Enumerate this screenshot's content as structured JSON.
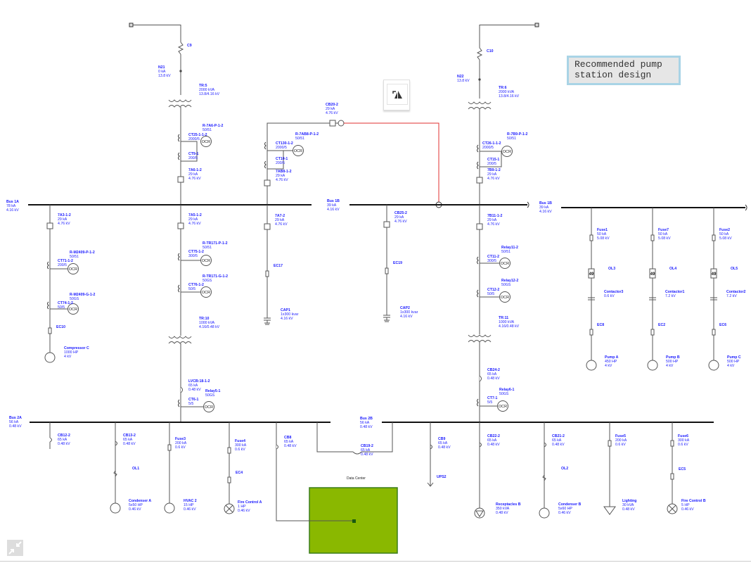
{
  "note": {
    "line1": "Recommended pump",
    "line2": "station design"
  },
  "toolbar": {
    "flip_icon": "flip-icon",
    "shrink_icon": "shrink-icon"
  },
  "colors": {
    "wire": "#555555",
    "bus": "#111111",
    "label": "#1a1aff",
    "tie_line": "#e03030",
    "data_center_fill": "#8ab800",
    "data_center_border": "#3a7d1a"
  },
  "sources": {
    "left": {
      "switch": "C9",
      "node": {
        "name": "N21",
        "l1": "0 kA",
        "l2": "13.8 kV"
      },
      "xfmr": {
        "name": "TR:5",
        "l1": "2000 kVA",
        "l2": "13.8/4.16 kV"
      }
    },
    "right": {
      "switch": "C10",
      "node": {
        "name": "N22",
        "l1": "13.8 kV"
      },
      "xfmr": {
        "name": "TR:6",
        "l1": "2000 kVA",
        "l2": "13.8/4.16 kV"
      }
    }
  },
  "left_main": {
    "relay": {
      "name": "R-7A6-P-1-2",
      "l1": "50/51"
    },
    "ct1": {
      "name": "CT25-1-1-2",
      "l1": "2000/5"
    },
    "ct2": {
      "name": "CT9-1",
      "l1": "200/5"
    },
    "breaker": {
      "name": "7A6-1-2",
      "l1": "29 kA",
      "l2": "4.76 kV"
    }
  },
  "tie": {
    "breaker": {
      "name": "CB20-2",
      "l1": "29 kA",
      "l2": "4.76 kV"
    },
    "relay": {
      "name": "R-7AB8-P-1-2",
      "l1": "50/51"
    },
    "ct1": {
      "name": "CT130-1-2",
      "l1": "2000/5"
    },
    "ct2": {
      "name": "CT10-1",
      "l1": "200/5"
    },
    "breaker2": {
      "name": "7AB8-1-2",
      "l1": "29 kA",
      "l2": "4.76 kV"
    }
  },
  "right_main": {
    "relay": {
      "name": "R-7B9-P-1-2",
      "l1": "50/51"
    },
    "ct1": {
      "name": "CT26-1-1-2",
      "l1": "2000/5"
    },
    "ct2": {
      "name": "CT15-1",
      "l1": "200/5"
    },
    "breaker": {
      "name": "7B9-1-2",
      "l1": "29 kA",
      "l2": "4.76 kV"
    }
  },
  "buses": {
    "bus1a": {
      "name": "Bus 1A",
      "l1": "78 kA",
      "l2": "4.16 kV"
    },
    "bus1b_mid": {
      "name": "Bus 1B",
      "l1": "39 kA",
      "l2": "4.16 kV"
    },
    "bus1b_right": {
      "name": "Bus 1B",
      "l1": "39 kA",
      "l2": "4.16 kV"
    },
    "bus2a": {
      "name": "Bus 2A",
      "l1": "56 kA",
      "l2": "0.48 kV"
    },
    "bus2b": {
      "name": "Bus 2B",
      "l1": "56 kA",
      "l2": "0.48 kV"
    }
  },
  "compressor_feeder": {
    "breaker": {
      "name": "7A3-1-2",
      "l1": "29 kA",
      "l2": "4.76 kV"
    },
    "relay1": {
      "name": "R-M2409-P-1-2",
      "l1": "50/51"
    },
    "ct1": {
      "name": "CT71-1-2",
      "l1": "200/5"
    },
    "relay2": {
      "name": "R-M2409-G-1-2",
      "l1": "50GS"
    },
    "ct2": {
      "name": "CT74-1-2",
      "l1": "50/5"
    },
    "cable": "EC10",
    "motor": {
      "name": "Compressor C",
      "l1": "1000 HP",
      "l2": "4 kV"
    }
  },
  "tr10_feeder": {
    "breaker": {
      "name": "7A5-1-2",
      "l1": "29 kA",
      "l2": "4.76 kV"
    },
    "relay1": {
      "name": "R-TR171-P-1-2",
      "l1": "50/51"
    },
    "ct1": {
      "name": "CT75-1-2",
      "l1": "300/5"
    },
    "relay2": {
      "name": "R-TR171-G-1-2",
      "l1": "50GS"
    },
    "ct2": {
      "name": "CT76-1-2",
      "l1": "50/5"
    },
    "xfmr": {
      "name": "TR:10",
      "l1": "1000 kVA",
      "l2": "4.16/0.48 kV"
    },
    "lvcb": {
      "name": "LVCB:18-1-2",
      "l1": "65 kA",
      "l2": "0.48 kV"
    },
    "relay3": {
      "name": "Relay5-1",
      "l1": "50GS"
    },
    "ct3": {
      "name": "CT6-1",
      "l1": "5/5"
    }
  },
  "cap1_feeder": {
    "breaker": {
      "name": "7A7-2",
      "l1": "29 kA",
      "l2": "4.76 kV"
    },
    "cable": "EC17",
    "cap": {
      "name": "CAP1",
      "l1": "1x300 kvar",
      "l2": "4.16 kV"
    }
  },
  "cap2_feeder": {
    "breaker": {
      "name": "CB25-2",
      "l1": "29 kA",
      "l2": "4.76 kV"
    },
    "cable": "EC19",
    "cap": {
      "name": "CAP2",
      "l1": "1x300 kvar",
      "l2": "4.16 kV"
    }
  },
  "tr11_feeder": {
    "breaker": {
      "name": "7B11-1-2",
      "l1": "29 kA",
      "l2": "4.76 kV"
    },
    "relay1": {
      "name": "Relay11-2",
      "l1": "50/51"
    },
    "ct1": {
      "name": "CT11-2",
      "l1": "300/5"
    },
    "relay2": {
      "name": "Relay12-2",
      "l1": "50GS"
    },
    "ct2": {
      "name": "CT12-2",
      "l1": "50/5"
    },
    "xfmr": {
      "name": "TR:11",
      "l1": "1000 kVA",
      "l2": "4.16/0.48 kV"
    },
    "lvcb": {
      "name": "CB24-2",
      "l1": "65 kA",
      "l2": "0.48 kV"
    },
    "relay3": {
      "name": "Relay6-1",
      "l1": "50GS"
    },
    "ct3": {
      "name": "CT7-1",
      "l1": "5/5"
    }
  },
  "pumps": [
    {
      "fuse": {
        "name": "Fuse1",
        "l1": "50 kA",
        "l2": "5.08 kV"
      },
      "ol": "OL3",
      "contactor": {
        "name": "Contactor3",
        "l1": "0.6 kV"
      },
      "cable": "EC8",
      "motor": {
        "name": "Pump A",
        "l1": "450 HP",
        "l2": "4 kV"
      },
      "relay_code": "49"
    },
    {
      "fuse": {
        "name": "Fuse7",
        "l1": "50 kA",
        "l2": "5.08 kV"
      },
      "ol": "OL4",
      "contactor": {
        "name": "Contactor1",
        "l1": "7.2 kV"
      },
      "cable": "EC2",
      "motor": {
        "name": "Pump B",
        "l1": "500 HP",
        "l2": "4 kV"
      },
      "relay_code": "49"
    },
    {
      "fuse": {
        "name": "Fuse2",
        "l1": "50 kA",
        "l2": "5.08 kV"
      },
      "ol": "OL5",
      "contactor": {
        "name": "Contactor2",
        "l1": "7.2 kV"
      },
      "cable": "EC6",
      "motor": {
        "name": "Pump C",
        "l1": "500 HP",
        "l2": "4 kV"
      },
      "relay_code": "49"
    }
  ],
  "lv_loads": {
    "cb12": {
      "name": "CB12-2",
      "l1": "65 kA",
      "l2": "0.48 kV"
    },
    "condA": {
      "cb": {
        "name": "CB13-2",
        "l1": "65 kA",
        "l2": "0.48 kV"
      },
      "ol": "OL1",
      "motor": {
        "name": "Condenser A",
        "l1": "5x50 HP",
        "l2": "0.46 kV"
      }
    },
    "hvac": {
      "fuse": {
        "name": "Fuse3",
        "l1": "200 kA",
        "l2": "0.6 kV"
      },
      "motor": {
        "name": "HVAC 2",
        "l1": "15 HP",
        "l2": "0.46 kV"
      }
    },
    "fireA": {
      "fuse": {
        "name": "Fuse4",
        "l1": "300 kA",
        "l2": "0.6 kV"
      },
      "cable": "EC4",
      "load": {
        "name": "Fire Control A",
        "l1": "1 HP",
        "l2": "0.46 kV"
      }
    },
    "cb8": {
      "name": "CB8",
      "l1": "65 kA",
      "l2": "0.48 kV"
    },
    "cb19": {
      "name": "CB19-2",
      "l1": "65 kA",
      "l2": "0.48 kV"
    },
    "data_center": "Data Center",
    "ups": {
      "cb": {
        "name": "CB9",
        "l1": "65 kA",
        "l2": "0.48 kV"
      },
      "name": "UPS2"
    },
    "recB": {
      "cb": {
        "name": "CB22-2",
        "l1": "65 kA",
        "l2": "0.48 kV"
      },
      "load": {
        "name": "Receptacles B",
        "l1": "350 kVA",
        "l2": "0.48 kV"
      }
    },
    "condB": {
      "cb": {
        "name": "CB21-2",
        "l1": "65 kA",
        "l2": "0.48 kV"
      },
      "ol": "OL2",
      "motor": {
        "name": "Condenser B",
        "l1": "5x60 HP",
        "l2": "0.46 kV"
      }
    },
    "lighting": {
      "fuse": {
        "name": "Fuse5",
        "l1": "200 kA",
        "l2": "0.6 kV"
      },
      "load": {
        "name": "Lighting",
        "l1": "30 kVA",
        "l2": "0.48 kV"
      }
    },
    "fireB": {
      "fuse": {
        "name": "Fuse6",
        "l1": "300 kA",
        "l2": "0.6 kV"
      },
      "cable": "EC5",
      "load": {
        "name": "Fire Control B",
        "l1": "5 HP",
        "l2": "0.46 kV"
      }
    }
  },
  "ocr_label": "OCR"
}
